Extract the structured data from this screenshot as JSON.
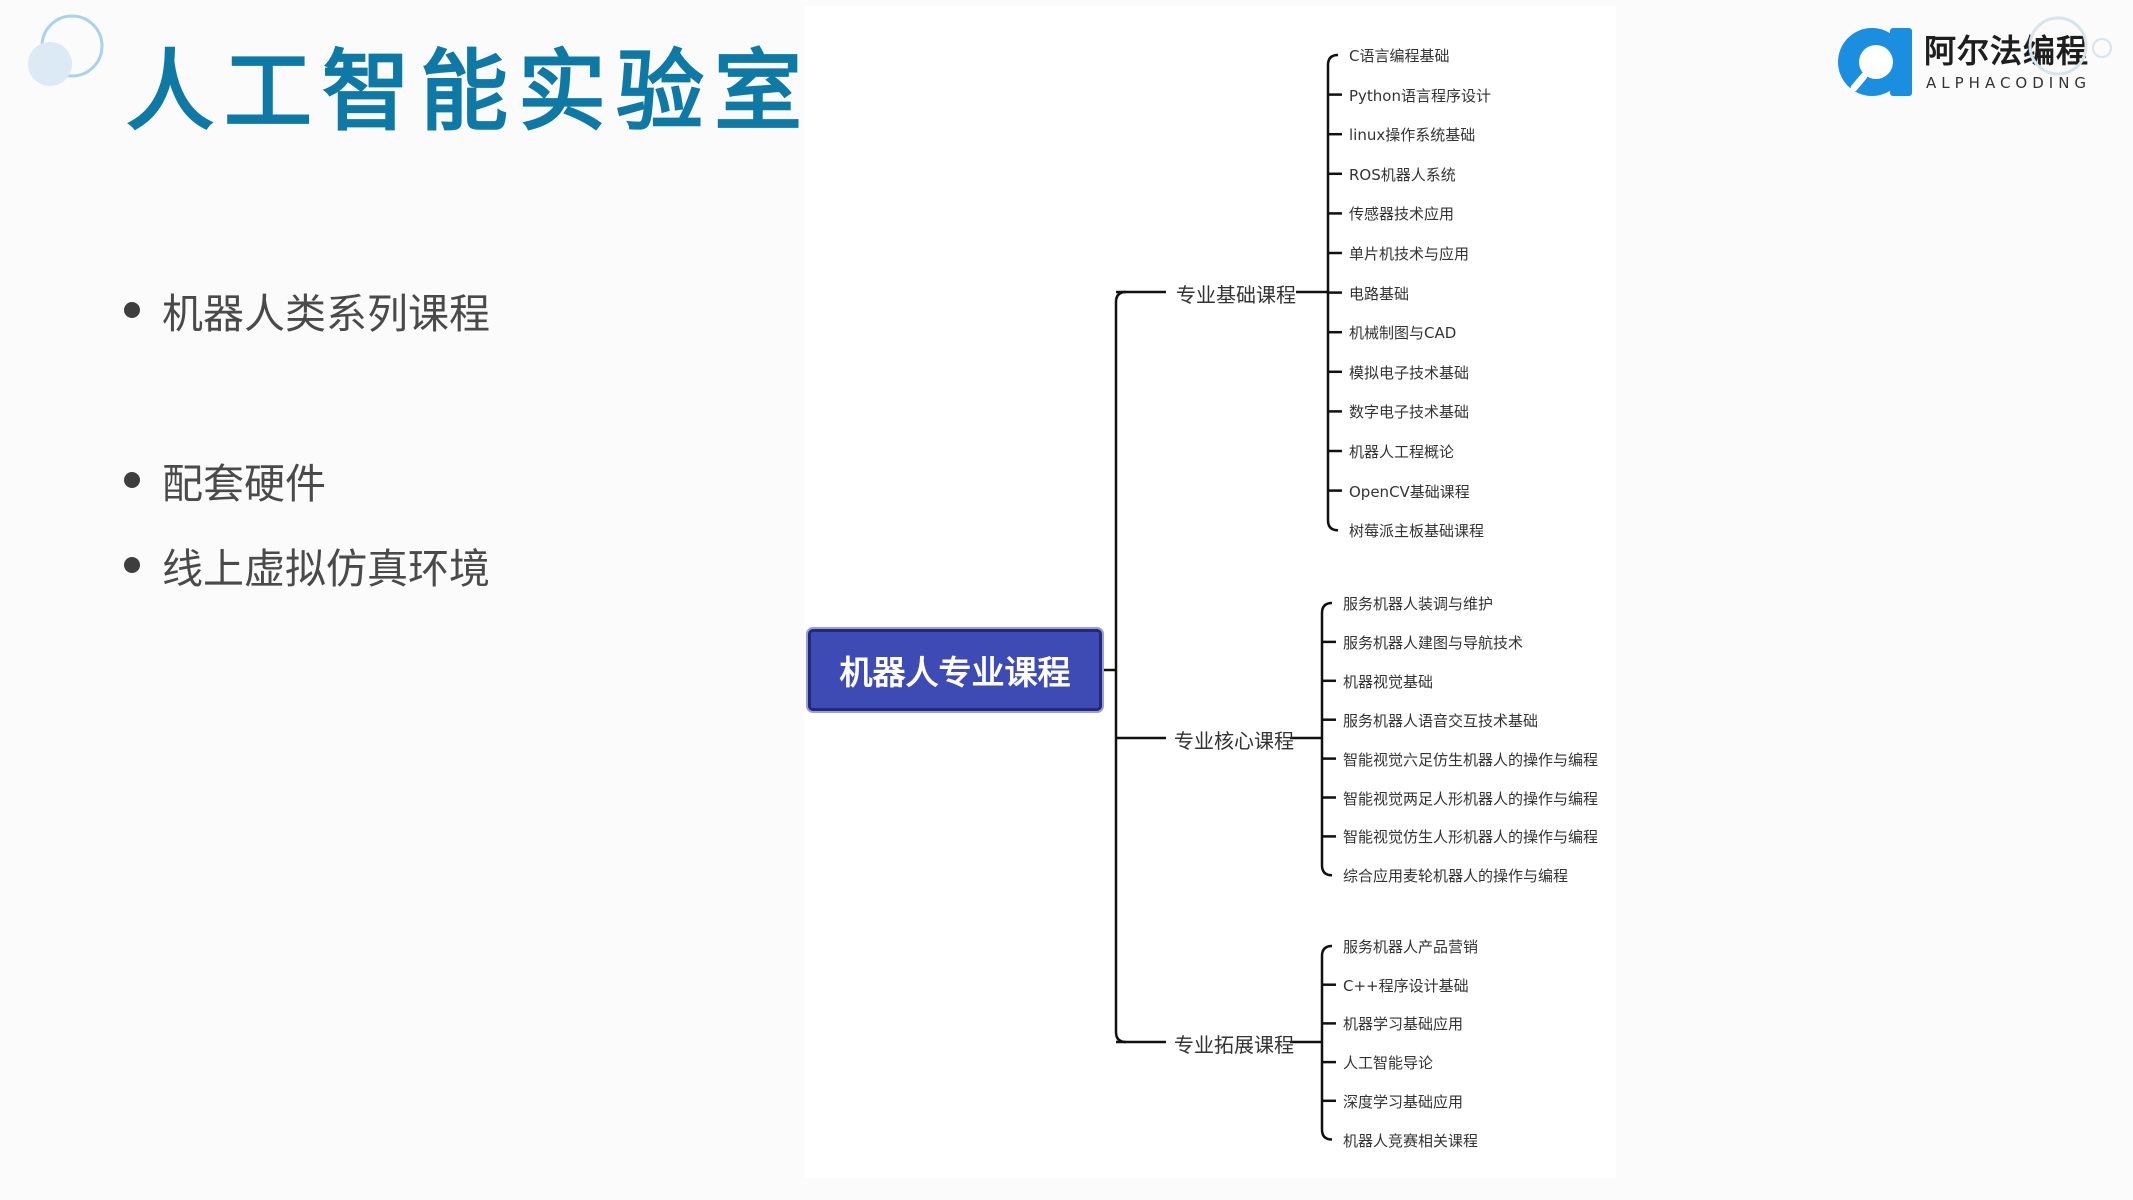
{
  "header": {
    "title": "人工智能实验室"
  },
  "bullets": [
    "机器人类系列课程",
    "配套硬件",
    "线上虚拟仿真环境"
  ],
  "logo": {
    "name_cn": "阿尔法编程",
    "name_en": "ALPHACODING"
  },
  "diagram": {
    "root": "机器人专业课程",
    "branches": [
      {
        "label": "专业基础课程",
        "items": [
          "C语言编程基础",
          "Python语言程序设计",
          "linux操作系统基础",
          "ROS机器人系统",
          "传感器技术应用",
          "单片机技术与应用",
          "电路基础",
          "机械制图与CAD",
          "模拟电子技术基础",
          "数字电子技术基础",
          "机器人工程概论",
          "OpenCV基础课程",
          "树莓派主板基础课程"
        ]
      },
      {
        "label": "专业核心课程",
        "items": [
          "服务机器人装调与维护",
          "服务机器人建图与导航技术",
          "机器视觉基础",
          "服务机器人语音交互技术基础",
          "智能视觉六足仿生机器人的操作与编程",
          "智能视觉两足人形机器人的操作与编程",
          "智能视觉仿生人形机器人的操作与编程",
          "综合应用麦轮机器人的操作与编程"
        ]
      },
      {
        "label": "专业拓展课程",
        "items": [
          "服务机器人产品营销",
          "C++程序设计基础",
          "机器学习基础应用",
          "人工智能导论",
          "深度学习基础应用",
          "机器人竞赛相关课程"
        ]
      }
    ]
  },
  "colors": {
    "title": "#0f79a5",
    "root_fill": "#3f4bb4",
    "root_border": "#23297a",
    "logo_blue": "#1a8fe0",
    "line": "#111111"
  }
}
